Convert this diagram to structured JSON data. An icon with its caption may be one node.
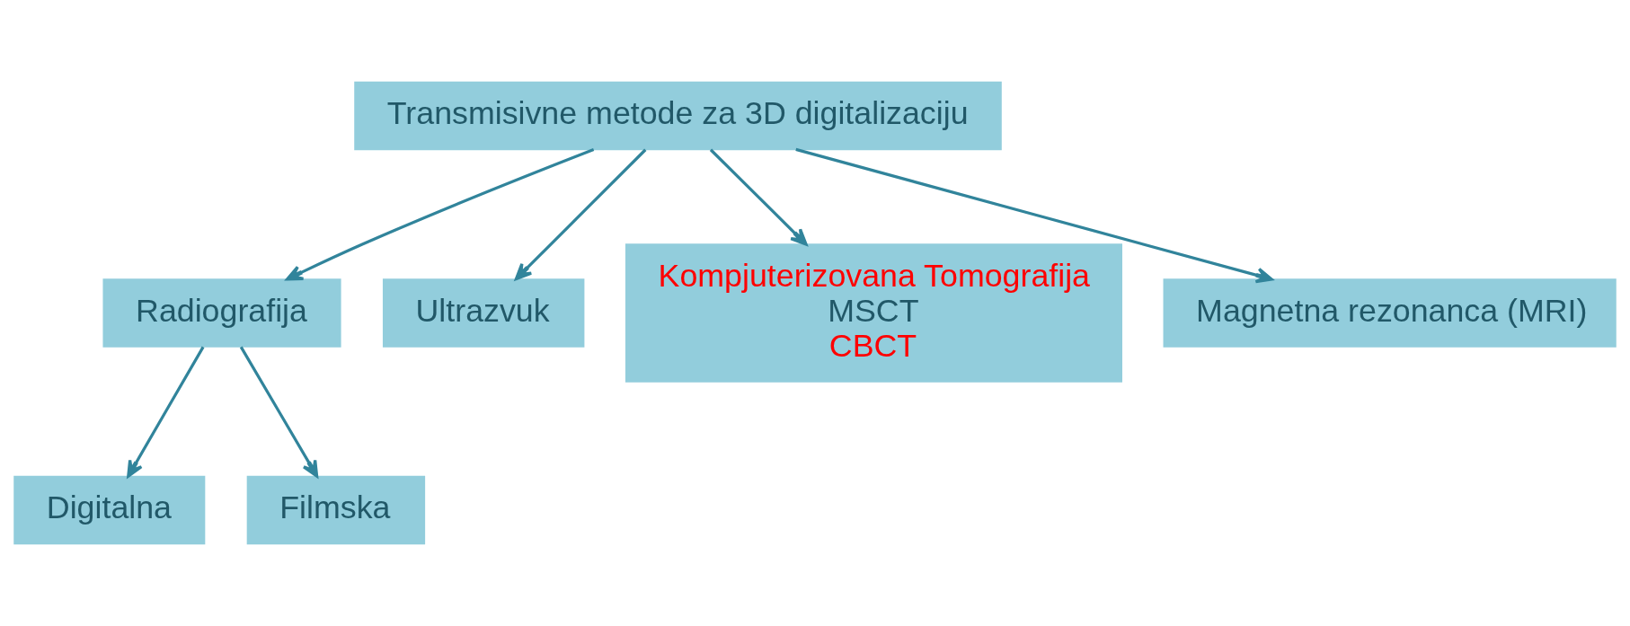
{
  "diagram": {
    "nodes": [
      {
        "text": [
          "Transmisivne metode za 3D digitalizaciju"
        ]
      },
      {
        "text": [
          "Radiografija"
        ]
      },
      {
        "text": [
          "Ultrazvuk"
        ]
      },
      {
        "text": [
          "Kompjuterizovana Tomografija",
          "MSCT",
          "CBCT"
        ]
      },
      {
        "text": [
          "Magnetna rezonanca (MRI)"
        ]
      },
      {
        "text": [
          "Digitalna"
        ]
      },
      {
        "text": [
          "Filmska"
        ]
      }
    ],
    "edges": [
      {
        "from": 0,
        "to": 1,
        "arrow": "to"
      },
      {
        "from": 0,
        "to": 2,
        "arrow": "to"
      },
      {
        "from": 0,
        "to": 3,
        "arrow": "to"
      },
      {
        "from": 0,
        "to": 4,
        "arrow": "to"
      },
      {
        "from": 1,
        "to": 5,
        "arrow": "to"
      },
      {
        "from": 1,
        "to": 6,
        "arrow": "to"
      }
    ]
  }
}
